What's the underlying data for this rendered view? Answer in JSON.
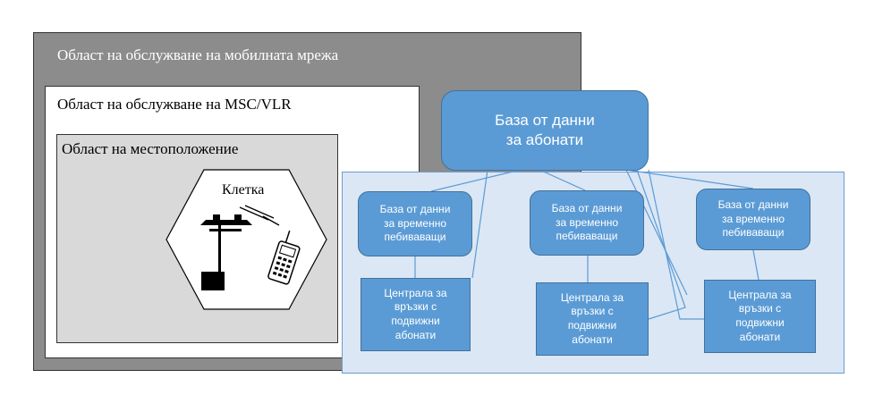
{
  "areas": {
    "network": "Област на обслужване на мобилната мрежа",
    "msc": "Област на обслужване на MSC/VLR",
    "location": "Област на местоположение",
    "cell": "Клетка"
  },
  "subscriber_db": {
    "line1": "База от данни",
    "line2": "за абонати"
  },
  "visitor_dbs": [
    {
      "line1": "База от данни",
      "line2": "за временно",
      "line3": "пебиваващи"
    },
    {
      "line1": "База от данни",
      "line2": "за временно",
      "line3": "пебиваващи"
    },
    {
      "line1": "База от данни",
      "line2": "за временно",
      "line3": "пебиваващи"
    }
  ],
  "switches": [
    {
      "line1": "Централа за",
      "line2": "връзки с",
      "line3": "подвижни",
      "line4": "абонати"
    },
    {
      "line1": "Централа за",
      "line2": "връзки с",
      "line3": "подвижни",
      "line4": "абонати"
    },
    {
      "line1": "Централа за",
      "line2": "връзки с",
      "line3": "подвижни",
      "line4": "абонати"
    }
  ],
  "colors": {
    "network_area": "#8c8c8c",
    "location_area": "#d9d9d9",
    "box_fill": "#5b9bd5",
    "panel_fill": "#dbe7f5"
  },
  "icons": [
    "base-station-icon",
    "radio-wave-icon",
    "mobile-phone-icon"
  ]
}
